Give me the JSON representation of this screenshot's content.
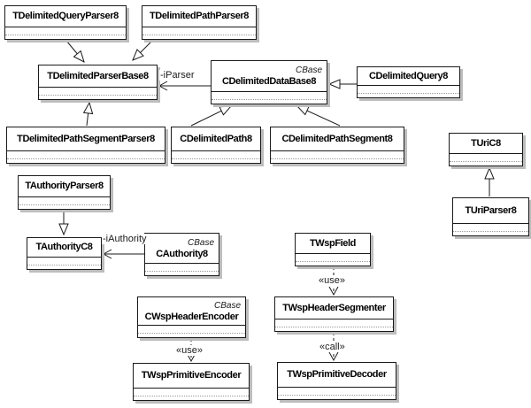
{
  "diagram": {
    "type": "uml-class-diagram",
    "classes": [
      {
        "name": "TDelimitedQueryParser8"
      },
      {
        "name": "TDelimitedPathParser8"
      },
      {
        "name": "TDelimitedParserBase8"
      },
      {
        "name": "CDelimitedDataBase8",
        "stereotype": "CBase"
      },
      {
        "name": "CDelimitedQuery8"
      },
      {
        "name": "TDelimitedPathSegmentParser8"
      },
      {
        "name": "CDelimitedPath8"
      },
      {
        "name": "CDelimitedPathSegment8"
      },
      {
        "name": "TUriC8"
      },
      {
        "name": "TUriParser8"
      },
      {
        "name": "TAuthorityParser8"
      },
      {
        "name": "TAuthorityC8"
      },
      {
        "name": "CAuthority8",
        "stereotype": "CBase"
      },
      {
        "name": "TWspField"
      },
      {
        "name": "TWspHeaderSegmenter"
      },
      {
        "name": "CWspHeaderEncoder",
        "stereotype": "CBase"
      },
      {
        "name": "TWspPrimitiveEncoder"
      },
      {
        "name": "TWspPrimitiveDecoder"
      }
    ],
    "relations": {
      "generalizations": [
        {
          "from": "TDelimitedQueryParser8",
          "to": "TDelimitedParserBase8"
        },
        {
          "from": "TDelimitedPathParser8",
          "to": "TDelimitedParserBase8"
        },
        {
          "from": "TDelimitedPathSegmentParser8",
          "to": "TDelimitedParserBase8"
        },
        {
          "from": "CDelimitedQuery8",
          "to": "CDelimitedDataBase8"
        },
        {
          "from": "CDelimitedPath8",
          "to": "CDelimitedDataBase8"
        },
        {
          "from": "CDelimitedPathSegment8",
          "to": "CDelimitedDataBase8"
        },
        {
          "from": "TUriParser8",
          "to": "TUriC8"
        },
        {
          "from": "TAuthorityParser8",
          "to": "TAuthorityC8"
        }
      ],
      "associations": [
        {
          "from": "CDelimitedDataBase8",
          "to": "TDelimitedParserBase8",
          "label": "-iParser"
        },
        {
          "from": "CAuthority8",
          "to": "TAuthorityC8",
          "label": "-iAuthority"
        }
      ],
      "dependencies": [
        {
          "from": "TWspField",
          "to": "TWspHeaderSegmenter",
          "label": "«use»"
        },
        {
          "from": "CWspHeaderEncoder",
          "to": "TWspPrimitiveEncoder",
          "label": "«use»"
        },
        {
          "from": "TWspHeaderSegmenter",
          "to": "TWspPrimitiveDecoder",
          "label": "«call»"
        }
      ]
    },
    "colors": {
      "line": "#1a1a1a",
      "box_fill": "#ffffff",
      "shadow": "#bdbdbd"
    }
  }
}
